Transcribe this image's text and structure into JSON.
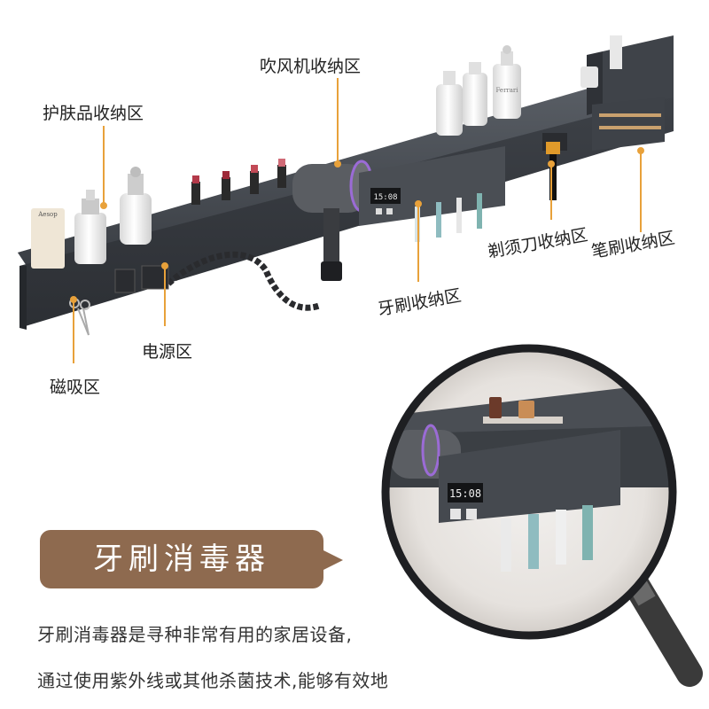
{
  "labels": {
    "skincare": "护肤品收纳区",
    "hairdryer": "吹风机收纳区",
    "razor": "剃须刀收纳区",
    "pen": "笔刷收纳区",
    "toothbrush": "牙刷收纳区",
    "power": "电源区",
    "magnetic": "磁吸区"
  },
  "product_text": {
    "skincare_tube": "Aesop",
    "bottle_brand": "Ferrari",
    "display_time": "15:08",
    "zoom_display_time": "15:08"
  },
  "banner": {
    "title": "牙刷消毒器"
  },
  "description": {
    "line1": "牙刷消毒器是寻种非常有用的家居设备,",
    "line2": "通过使用紫外线或其他杀菌技术,能够有效地"
  },
  "colors": {
    "rack": "#3b3f44",
    "accent_orange": "#e8a13a",
    "banner_brown": "#8e6a4f",
    "purple_ring": "#9b6bd6"
  }
}
